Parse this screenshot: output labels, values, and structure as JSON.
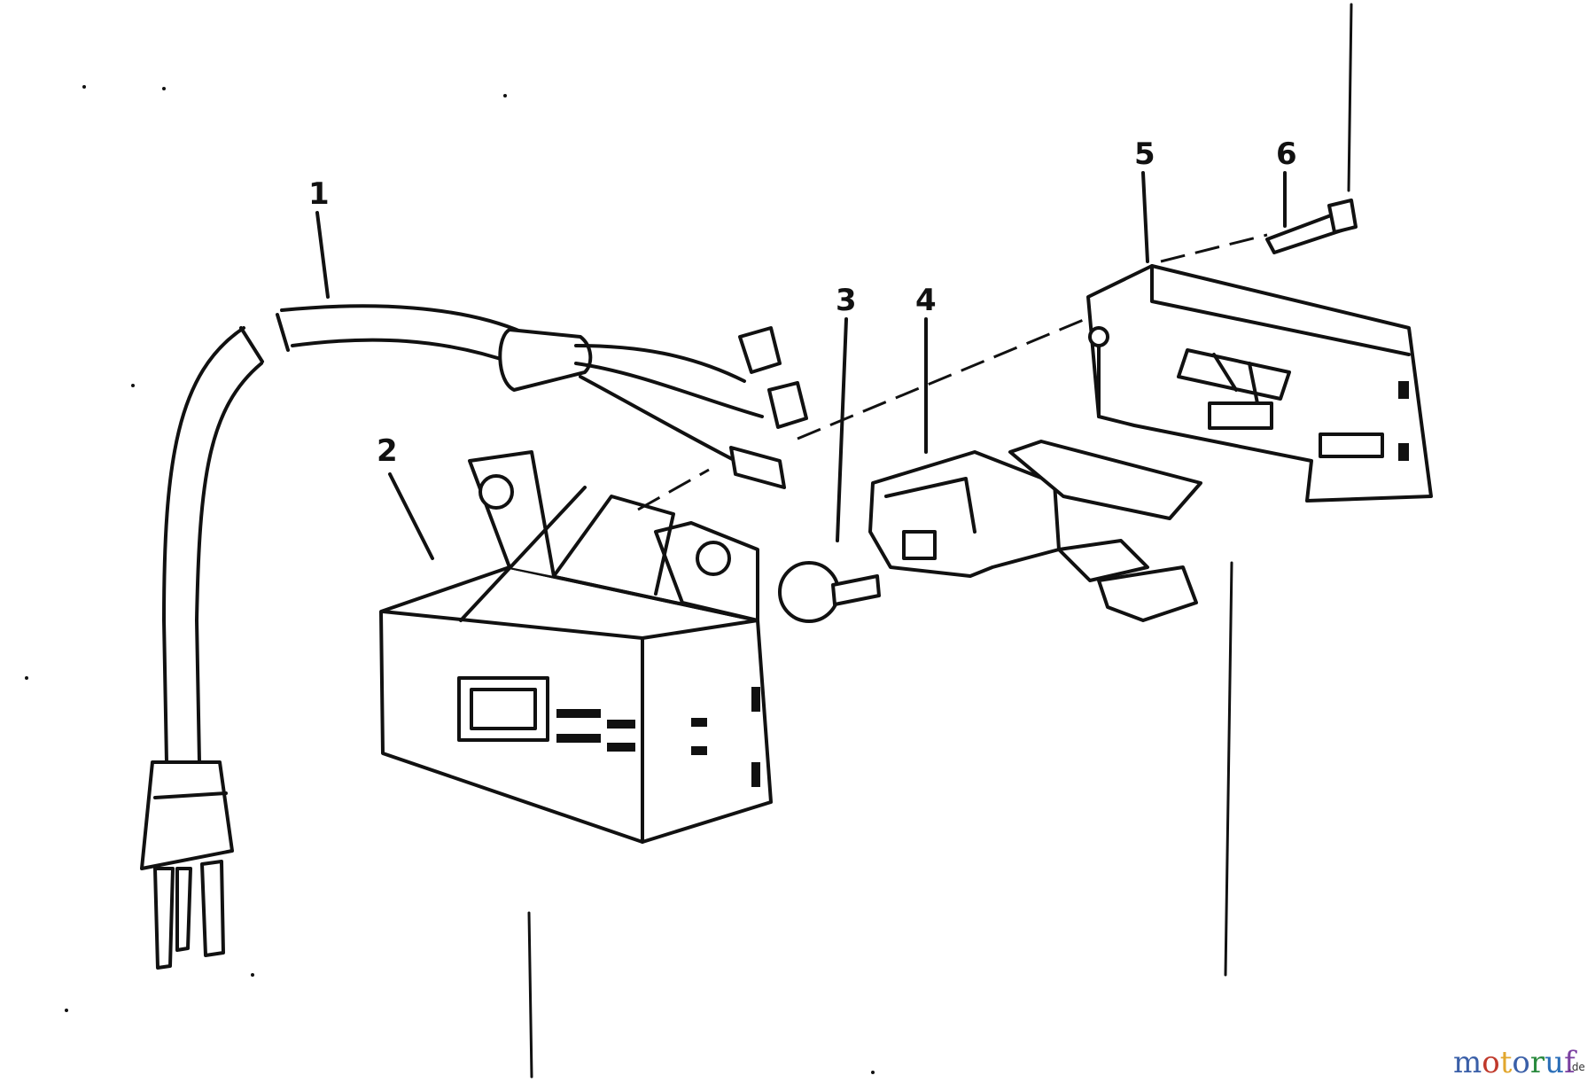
{
  "callouts": [
    {
      "label": "1",
      "part": "power-cord"
    },
    {
      "label": "2",
      "part": "switch-housing"
    },
    {
      "label": "3",
      "part": "pilot-lamp"
    },
    {
      "label": "4",
      "part": "switch"
    },
    {
      "label": "5",
      "part": "switch-bracket"
    },
    {
      "label": "6",
      "part": "screw"
    }
  ],
  "watermark": {
    "m1": "m",
    "o1": "o",
    "t": "t",
    "o2": "o",
    "r": "r",
    "u": "u",
    "f": "f",
    "suffix": ".de",
    "colors": {
      "m": "#3a5fa8",
      "o": "#c0392b",
      "t": "#e2a72e",
      "r": "#2a8a3e",
      "u": "#2b6fb8",
      "f": "#7a3fa0"
    }
  },
  "colors": {
    "ink": "#111111",
    "background": "#ffffff"
  }
}
